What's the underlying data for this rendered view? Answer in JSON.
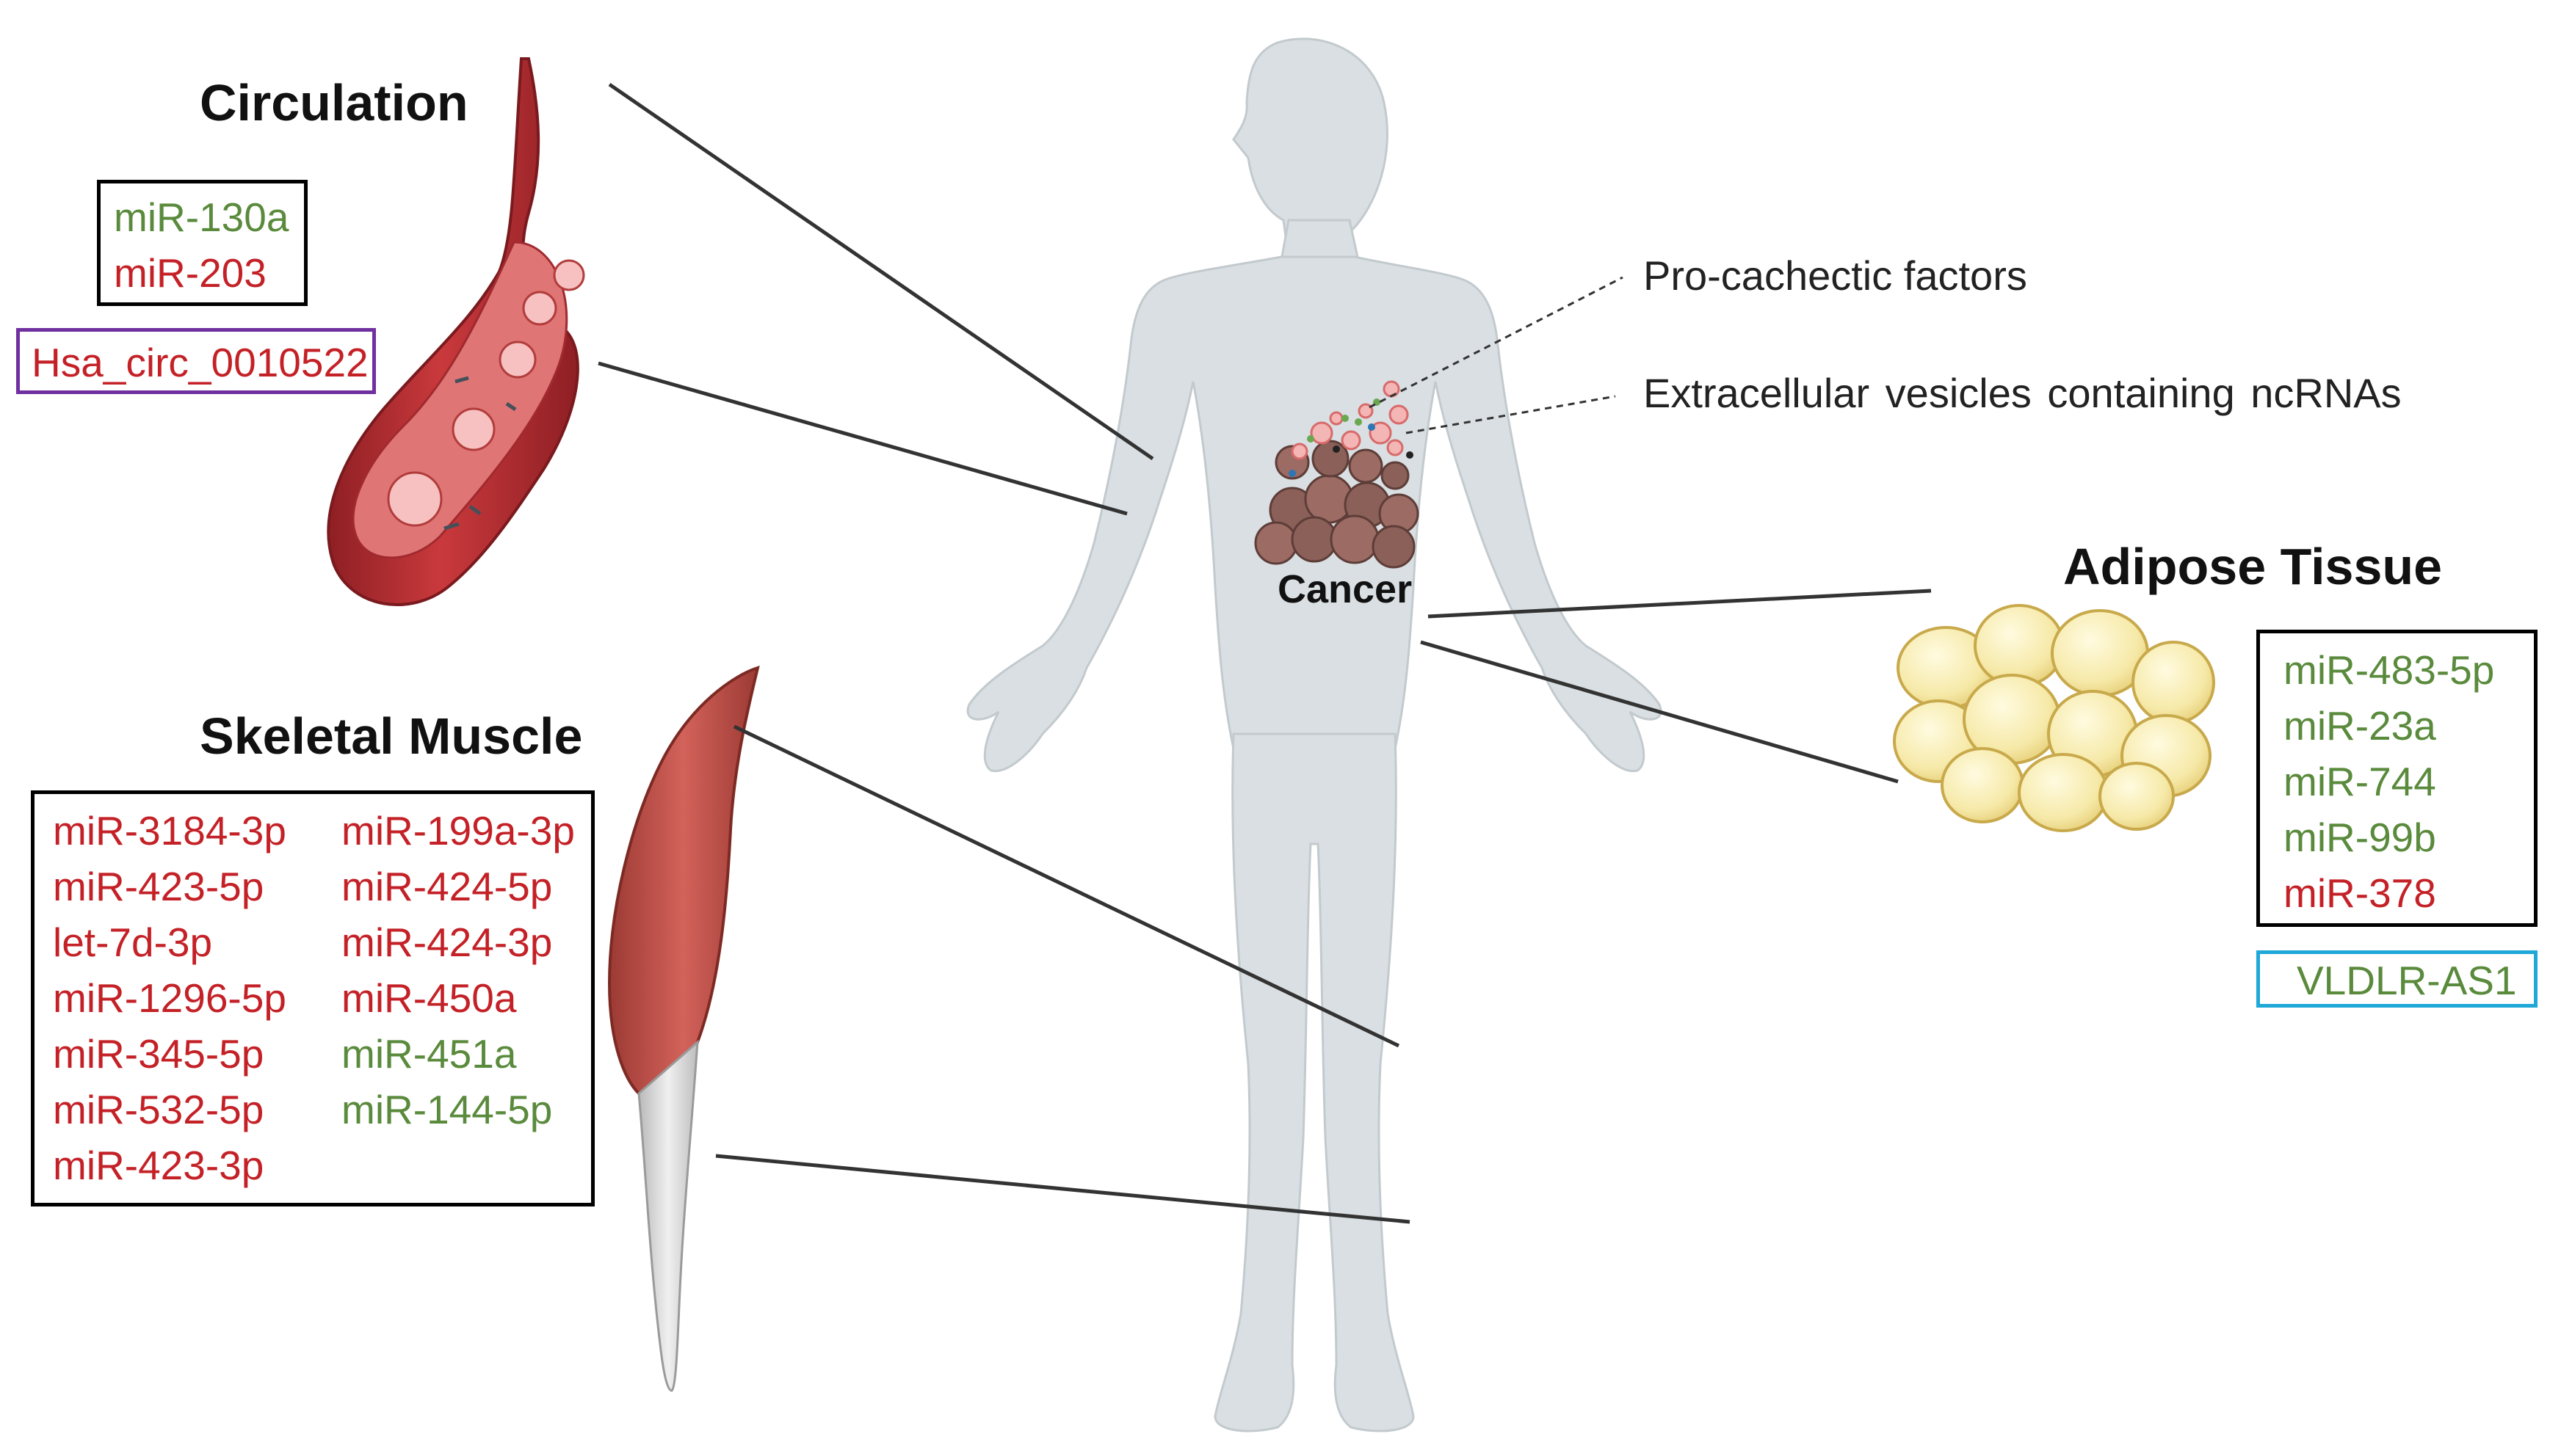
{
  "colors": {
    "upregulated_text": "#5a8a3c",
    "downregulated_text": "#c42127",
    "circrna_box_border": "#7030a0",
    "lncrna_box_border": "#1fa8d8",
    "body_silhouette": "#d9dfe2",
    "vessel": "#b22a2f",
    "muscle": "#c0524a",
    "adipocyte": "#f6e9a8",
    "tumor": "#8a6059"
  },
  "circulation": {
    "title": "Circulation",
    "mirnas": [
      {
        "name": "miR-130a",
        "color": "#5a8a3c"
      },
      {
        "name": "miR-203",
        "color": "#c42127"
      }
    ],
    "circrna": {
      "name": "Hsa_circ_0010522",
      "color": "#c42127"
    }
  },
  "skeletal_muscle": {
    "title": "Skeletal Muscle",
    "column_left": [
      {
        "name": "miR-3184-3p",
        "color": "#c42127"
      },
      {
        "name": "miR-423-5p",
        "color": "#c42127"
      },
      {
        "name": "let-7d-3p",
        "color": "#c42127"
      },
      {
        "name": "miR-1296-5p",
        "color": "#c42127"
      },
      {
        "name": "miR-345-5p",
        "color": "#c42127"
      },
      {
        "name": "miR-532-5p",
        "color": "#c42127"
      },
      {
        "name": "miR-423-3p",
        "color": "#c42127"
      }
    ],
    "column_right": [
      {
        "name": "miR-199a-3p",
        "color": "#c42127"
      },
      {
        "name": "miR-424-5p",
        "color": "#c42127"
      },
      {
        "name": "miR-424-3p",
        "color": "#c42127"
      },
      {
        "name": "miR-450a",
        "color": "#c42127"
      },
      {
        "name": "miR-451a",
        "color": "#5a8a3c"
      },
      {
        "name": "miR-144-5p",
        "color": "#5a8a3c"
      }
    ]
  },
  "adipose_tissue": {
    "title": "Adipose Tissue",
    "mirnas": [
      {
        "name": "miR-483-5p",
        "color": "#5a8a3c"
      },
      {
        "name": "miR-23a",
        "color": "#5a8a3c"
      },
      {
        "name": "miR-744",
        "color": "#5a8a3c"
      },
      {
        "name": "miR-99b",
        "color": "#5a8a3c"
      },
      {
        "name": "miR-378",
        "color": "#c42127"
      }
    ],
    "lncrna": {
      "name": "VLDLR-AS1",
      "color": "#5a8a3c"
    }
  },
  "annotations": {
    "pro_cachectic": "Pro-cachectic factors",
    "vesicles": "Extracellular vesicles containing ncRNAs",
    "cancer": "Cancer"
  }
}
